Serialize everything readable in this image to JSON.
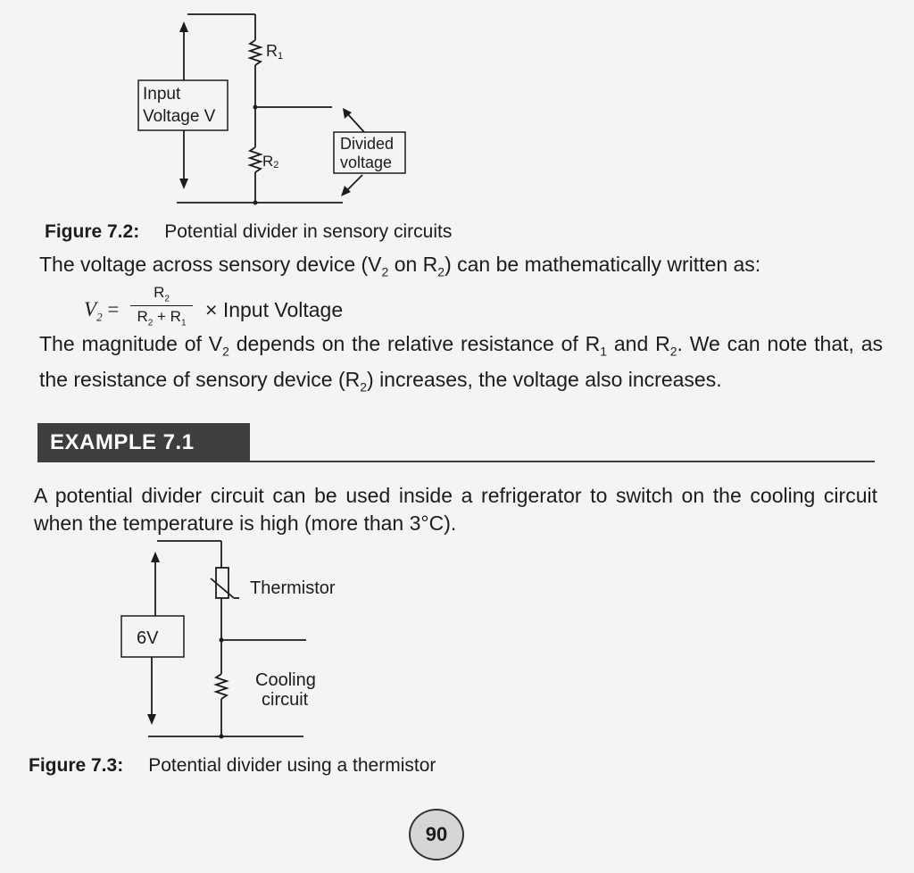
{
  "figure1": {
    "r1_label": "R",
    "r1_sub": "1",
    "r2_label": "R",
    "r2_sub": "2",
    "input_line1": "Input",
    "input_line2": "Voltage V",
    "divided_line1": "Divided",
    "divided_line2": "voltage",
    "caption_label": "Figure 7.2:",
    "caption_text": "Potential divider in sensory circuits"
  },
  "text": {
    "intro_a": "The voltage across sensory device (V",
    "intro_sub1": "2",
    "intro_b": " on R",
    "intro_sub2": "2",
    "intro_c": ") can be mathematically written as:",
    "formula": {
      "lhs_v": "V",
      "lhs_sub": "2",
      "equals": " =",
      "num_r": "R",
      "num_sub": "2",
      "den_r1": "R",
      "den_sub1": "2",
      "den_plus": " + R",
      "den_sub2": "1",
      "rhs": "× Input Voltage"
    },
    "mag_a": "The magnitude of V",
    "mag_sub1": "2",
    "mag_b": " depends on the relative resistance of R",
    "mag_sub2": "1",
    "mag_c": " and R",
    "mag_sub3": "2",
    "mag_d": ". We can note that, as the resistance of sensory device (R",
    "mag_sub4": "2",
    "mag_e": ") increases, the voltage also increases."
  },
  "example": {
    "heading": "EXAMPLE 7.1",
    "body": "A potential divider circuit can be used inside a refrigerator to switch on the cooling circuit when the temperature is high (more than 3°C)."
  },
  "figure2": {
    "source_label": "6V",
    "thermistor_label": "Thermistor",
    "cooling_line1": "Cooling",
    "cooling_line2": "circuit",
    "caption_label": "Figure 7.3:",
    "caption_text": "Potential divider using a thermistor"
  },
  "page_number": "90"
}
